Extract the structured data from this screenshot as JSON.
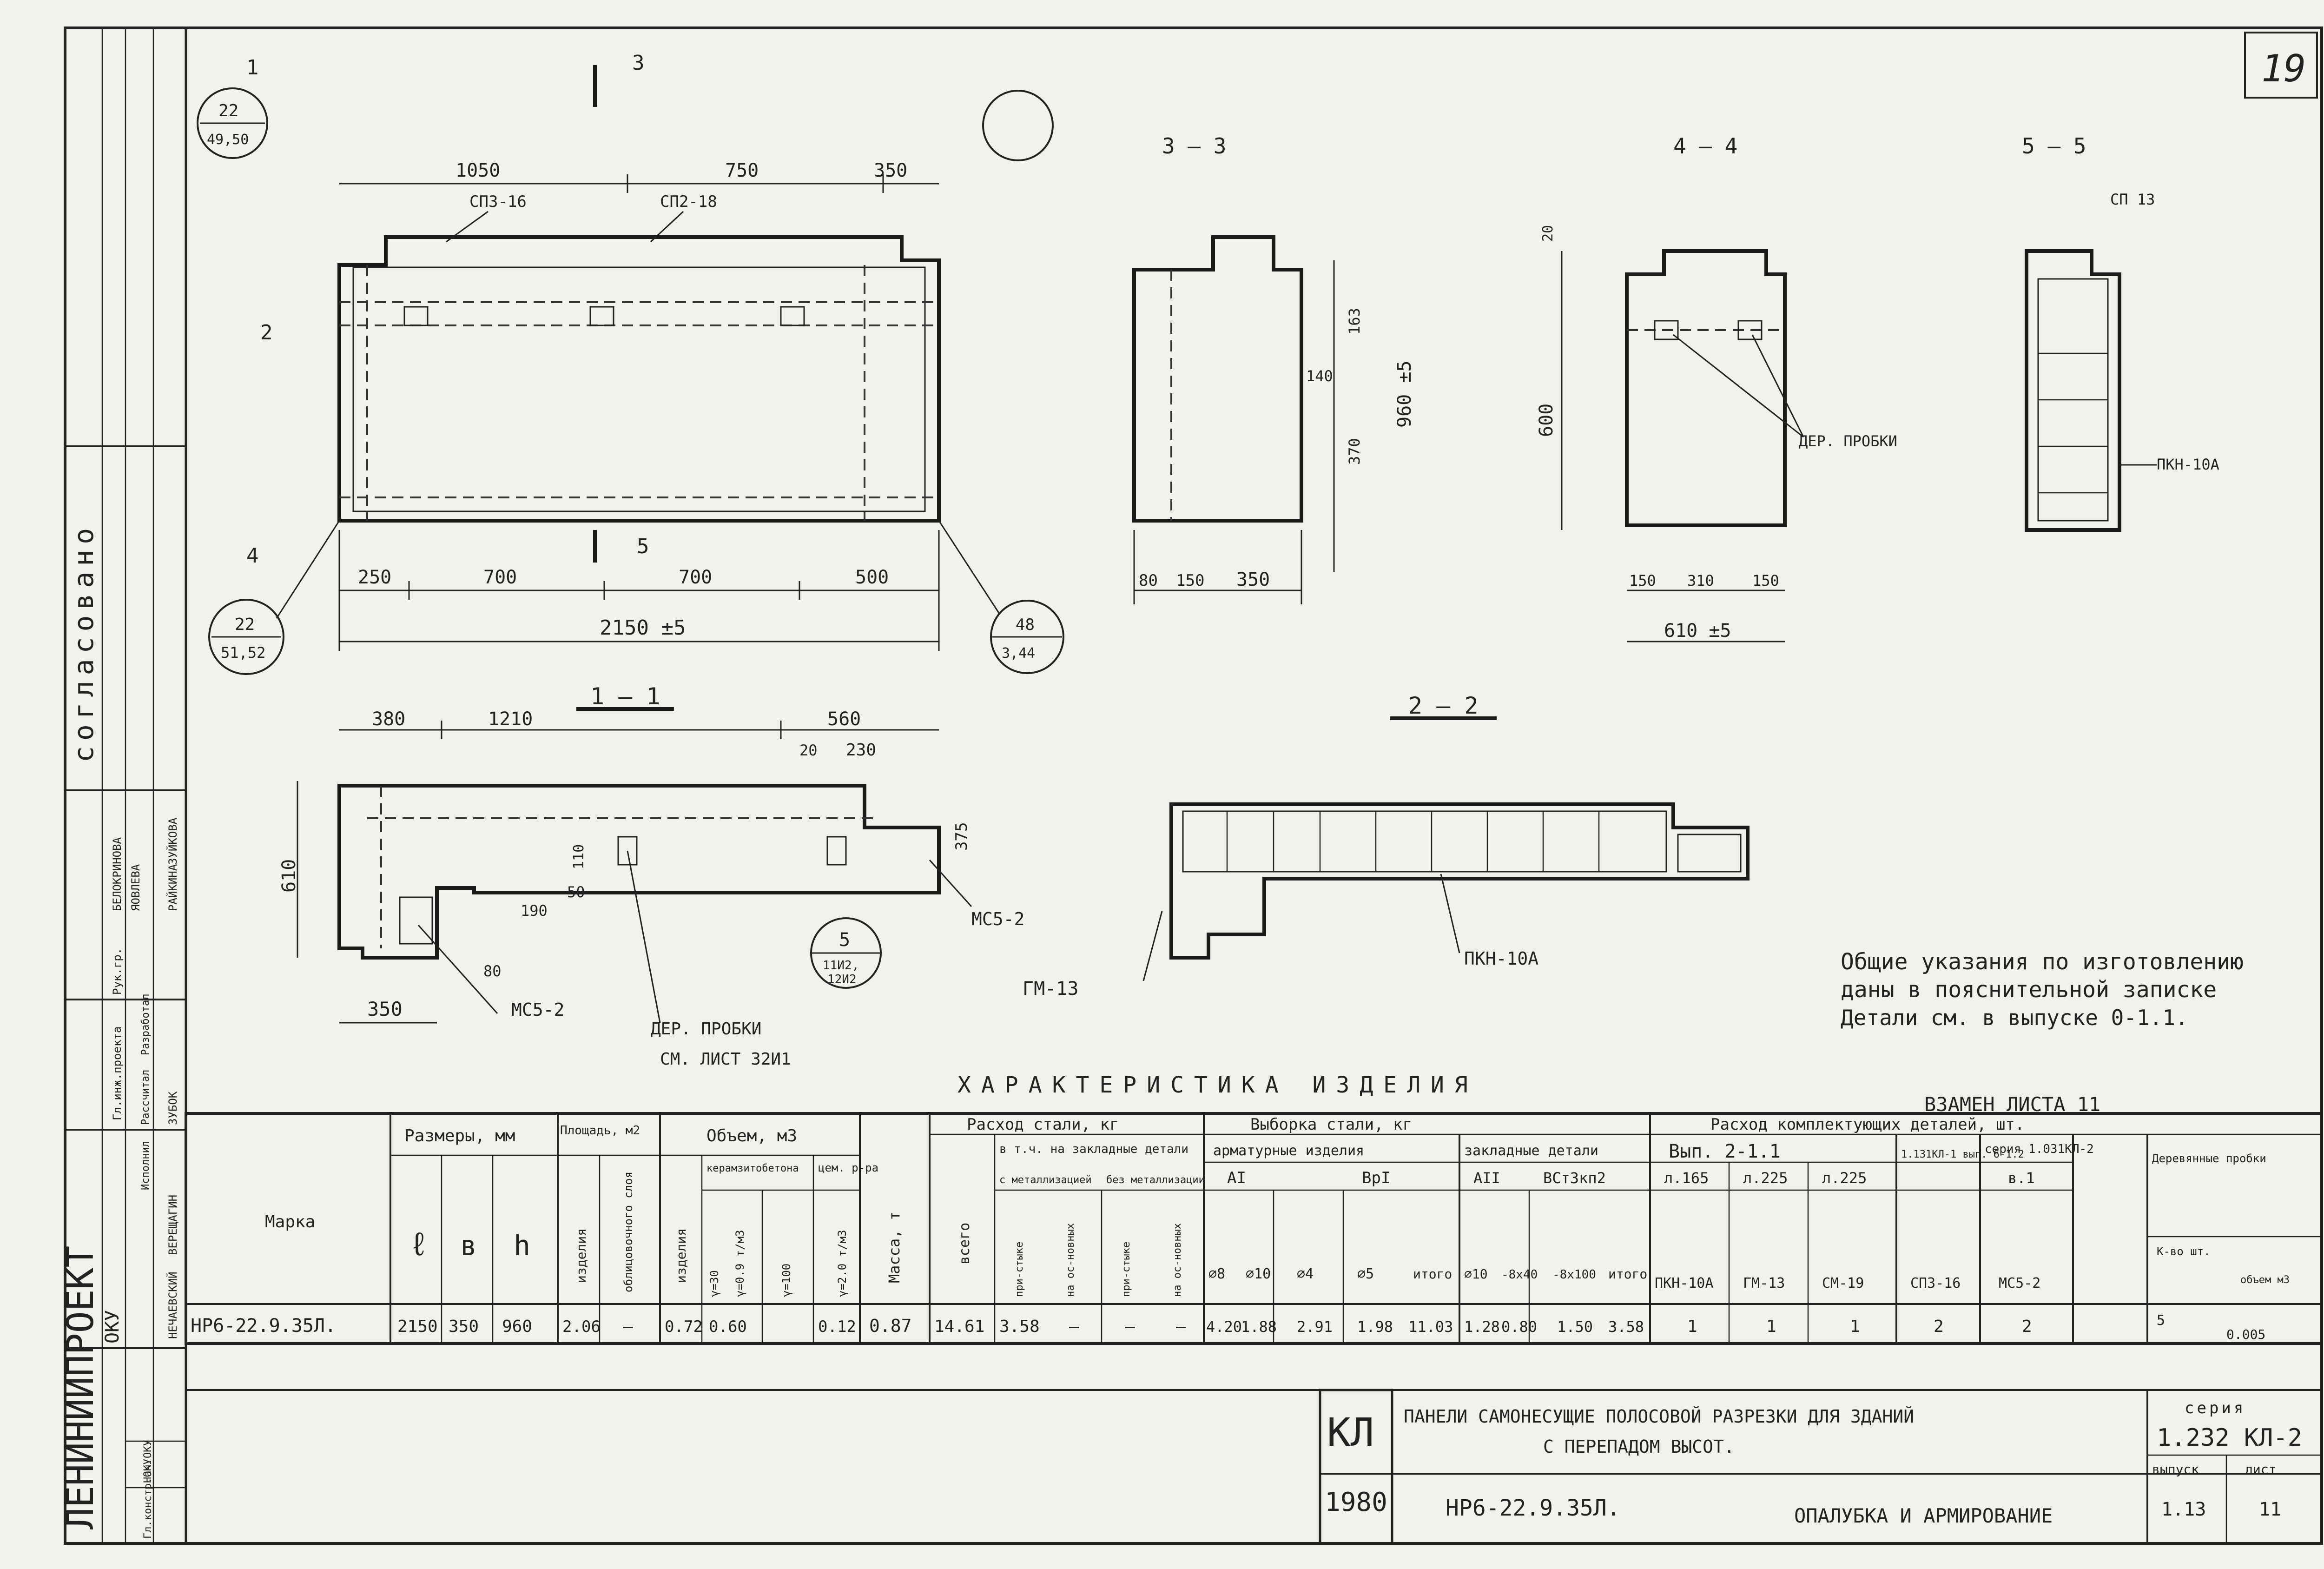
{
  "sheet_number": "19",
  "left_strip": {
    "org": "ЛЕНИНИИПРОЕКТ",
    "dept": "ОКУ",
    "agreed": "согласовано",
    "roles": [
      "Гл.инж.проекта",
      "Рук.гр.",
      "Разработал",
      "Рассчитал",
      "Исполнил",
      "Нач.ОКУ",
      "Гл.констр.ОКУ"
    ],
    "names": [
      "ВЕРЕЩАГИН",
      "ЗУБОК",
      "НЕЧАЕВСКИЙ",
      "РАЙКИНА",
      "ЗУЙКОВА"
    ],
    "top_names": [
      "БЕЛОКРИНОВА",
      "ЯОВЛЕВА"
    ]
  },
  "elevation": {
    "top_dims": [
      "1050",
      "750",
      "350"
    ],
    "bottom_dims": [
      "250",
      "700",
      "700",
      "500"
    ],
    "overall": "2150 ±5",
    "labels": {
      "sp3": "СПЗ-16",
      "sp2": "СП2-18"
    },
    "cut_marks": [
      "1",
      "3",
      "4",
      "5",
      "2"
    ],
    "callout_top": [
      "22",
      "49,50"
    ],
    "callout_left": [
      "22",
      "51,52"
    ],
    "callout_right": [
      "48",
      "3,44"
    ]
  },
  "section_33": {
    "title": "3 — 3",
    "bottom_dims": [
      "80",
      "150",
      "350"
    ],
    "side_dims": [
      "163",
      "140",
      "370",
      "960 ±5"
    ]
  },
  "section_44": {
    "title": "4 — 4",
    "side_dims": [
      "20",
      "600"
    ],
    "bottom_dims": [
      "150",
      "310",
      "150"
    ],
    "overall": "610 ±5",
    "label": "ДЕР. ПРОБКИ"
  },
  "section_55": {
    "title": "5 — 5",
    "label_top": "СП 13",
    "label_side": "ПКН-10А"
  },
  "section_11": {
    "title": "1 — 1",
    "top_dims": [
      "380",
      "1210",
      "560"
    ],
    "sub_dims": [
      "20",
      "230"
    ],
    "side_dims": [
      "610",
      "375",
      "50",
      "110",
      "80",
      "190"
    ],
    "bottom_dim": "350",
    "labels": {
      "mc_right": "МС5-2",
      "mc_left": "МС5-2",
      "plug": "ДЕР. ПРОБКИ",
      "plug_ref": "СМ. ЛИСТ 32И1"
    },
    "callout": [
      "5",
      "11И2,",
      "12И2"
    ]
  },
  "section_22": {
    "title": "2 — 2",
    "labels": {
      "gm": "ГМ-13",
      "pkn": "ПКН-10А"
    }
  },
  "notes": {
    "line1": "Общие указания по изготовлению",
    "line2": "даны в пояснительной записке",
    "line3": "Детали см. в выпуске 0-1.1."
  },
  "table_title": "ХАРАКТЕРИСТИКА ИЗДЕЛИЯ",
  "replaces": "ВЗАМЕН ЛИСТА 11",
  "table": {
    "mark_header": "Марка",
    "dims_header": "Размеры, мм",
    "dims_cols": [
      "ℓ",
      "в",
      "h"
    ],
    "area_header": "Площадь, м2",
    "area_cols": [
      "изделия",
      "облицовочного слоя"
    ],
    "volume_header": "Объем, м3",
    "volume_sub": [
      "изделия",
      "керамзитобетона",
      "цем. р-ра"
    ],
    "volume_cols": [
      "γ=30",
      "γ=0.9 т/м3",
      "γ=100",
      "γ=2.0 т/м3"
    ],
    "mass_header": "Масса, т",
    "steel_header": "Расход стали, кг",
    "steel_total": "всего",
    "steel_emb_header": "в т.ч. на закладные детали",
    "steel_emb_sub": [
      "с металлизацией",
      "без металлизации"
    ],
    "steel_emb_cols": [
      "при-стыке",
      "на ос-новных",
      "при-стыке",
      "на ос-новных"
    ],
    "sample_header": "Выборка стали, кг",
    "rebar_header": "арматурные изделия",
    "rebar_groups": [
      "АI",
      "ВрI"
    ],
    "rebar_cols": [
      "⌀8",
      "⌀10",
      "⌀4",
      "⌀5",
      "итого"
    ],
    "emb_header": "закладные детали",
    "emb_groups": [
      "АII",
      "ВСт3кп2"
    ],
    "emb_cols": [
      "⌀10",
      "-8x40",
      "-8x100",
      "итого"
    ],
    "parts_header": "Расход комплектующих деталей, шт.",
    "parts_group1": "Вып. 2-1.1",
    "parts_group2": "1.131КЛ-1 вып. 6-1.2",
    "parts_group3": "серия 1.031КЛ-2",
    "parts_group3_sub": "в.1",
    "parts_sheets": [
      "л.165",
      "л.225",
      "л.225"
    ],
    "parts_cols": [
      "ПКН-10А",
      "ГМ-13",
      "СМ-19",
      "СПЗ-16",
      "МС5-2"
    ],
    "plug_header": "Деревянные пробки",
    "plug_cols": [
      "К-во шт.",
      "объем м3"
    ],
    "row": {
      "mark": "НР6-22.9.35Л.",
      "l": "2150",
      "b": "350",
      "h": "960",
      "area_item": "2.06",
      "area_clad": "—",
      "vol_item": "0.72",
      "vol_ker": "0.60",
      "vol_a": "",
      "vol_b": "0.12",
      "mass": "0.87",
      "steel_total": "14.61",
      "steel_emb": "3.58",
      "steel_c1": "—",
      "steel_c2": "—",
      "steel_c3": "—",
      "r8": "4.20",
      "r10": "1.88",
      "r4": "2.91",
      "r5": "1.98",
      "r_total": "11.03",
      "e10": "1.28",
      "e840": "0.80",
      "e8100": "1.50",
      "e_total": "3.58",
      "p1": "1",
      "p2": "1",
      "p3": "1",
      "p4": "2",
      "p5": "2",
      "plug_qty": "5",
      "plug_vol": "0.005"
    }
  },
  "title_block": {
    "kl": "КЛ",
    "year": "1980",
    "desc1": "ПАНЕЛИ САМОНЕСУЩИЕ ПОЛОСОВОЙ РАЗРЕЗКИ ДЛЯ ЗДАНИЙ",
    "desc2": "С ПЕРЕПАДОМ ВЫСОТ.",
    "mark": "НР6-22.9.35Л.",
    "sheet_title": "ОПАЛУБКА И АРМИРОВАНИЕ",
    "series_label": "серия",
    "series": "1.232 КЛ-2",
    "issue_label": "выпуск",
    "issue": "1.13",
    "sheet_label": "лист",
    "sheet": "11"
  }
}
